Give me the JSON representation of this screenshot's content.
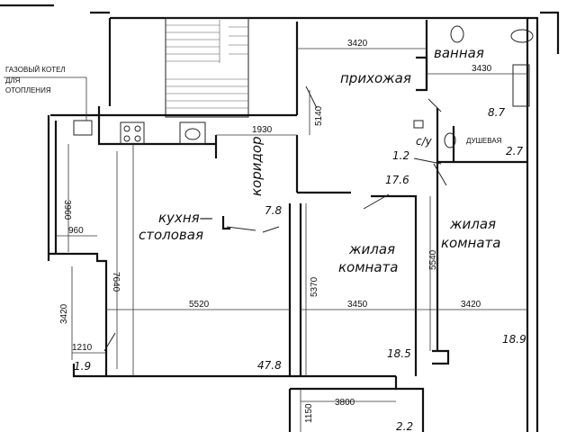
{
  "rooms": {
    "hall": "прихожая",
    "bath": "ванная",
    "corridor": "коридор",
    "kitchen_1": "кухня—",
    "kitchen_2": "столовая",
    "living1_1": "жилая",
    "living1_2": "комната",
    "living2_1": "жилая",
    "living2_2": "комната",
    "shower": "ДУШЕВАЯ",
    "wc": "с/у"
  },
  "areas": {
    "bath": "8.7",
    "shower": "2.7",
    "wc": "1.2",
    "corridor": "7.8",
    "hall": "17.6",
    "kitchen": "47.8",
    "living1": "18.5",
    "living2": "18.9",
    "balcony_left": "1.9",
    "balcony_bottom": "2.2"
  },
  "dimensions": {
    "d3420_top": "3420",
    "d3430": "3430",
    "d5140": "5140",
    "d1930": "1930",
    "d3960": "3960",
    "d960": "960",
    "d7640": "7640",
    "d5520": "5520",
    "d3450": "3450",
    "d3420_right": "3420",
    "d5370": "5370",
    "d5540": "5540",
    "d3420_left": "3420",
    "d1210": "1210",
    "d3800": "3800",
    "d1150": "1150"
  },
  "notes": {
    "boiler_1": "ГАЗОВЫЙ КОТЕЛ",
    "boiler_2": "ДЛЯ",
    "boiler_3": "ОТОПЛЕНИЯ"
  }
}
